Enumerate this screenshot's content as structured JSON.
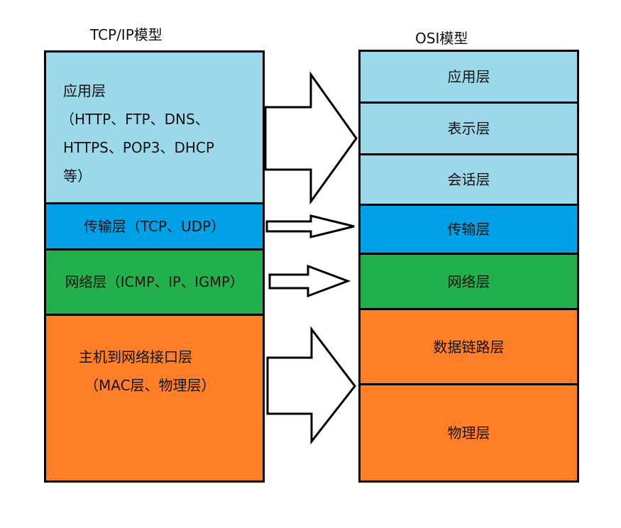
{
  "diagram": {
    "tcpip": {
      "title": "TCP/IP模型",
      "layers": [
        {
          "name": "应用层",
          "line2": "（HTTP、FTP、DNS、",
          "line3": "HTTPS、POP3、DHCP",
          "line4": "等）",
          "color": "#9ad8ea"
        },
        {
          "label": "传输层（TCP、UDP）",
          "color": "#00a1e7"
        },
        {
          "label": "网络层（ICMP、IP、IGMP）",
          "color": "#22b04c"
        },
        {
          "name": "主机到网络接口层",
          "line2": "（MAC层、物理层）",
          "color": "#fe7f27"
        }
      ]
    },
    "osi": {
      "title": "OSI模型",
      "layers": [
        {
          "label": "应用层",
          "color": "#9ad8ea"
        },
        {
          "label": "表示层",
          "color": "#9ad8ea"
        },
        {
          "label": "会话层",
          "color": "#9ad8ea"
        },
        {
          "label": "传输层",
          "color": "#00a1e7"
        },
        {
          "label": "网络层",
          "color": "#22b04c"
        },
        {
          "label": "数据链路层",
          "color": "#fe7f27"
        },
        {
          "label": "物理层",
          "color": "#fe7f27"
        }
      ]
    },
    "mappings": [
      {
        "from": "应用层",
        "to": [
          "应用层",
          "表示层",
          "会话层"
        ]
      },
      {
        "from": "传输层",
        "to": [
          "传输层"
        ]
      },
      {
        "from": "网络层",
        "to": [
          "网络层"
        ]
      },
      {
        "from": "主机到网络接口层",
        "to": [
          "数据链路层",
          "物理层"
        ]
      }
    ]
  }
}
